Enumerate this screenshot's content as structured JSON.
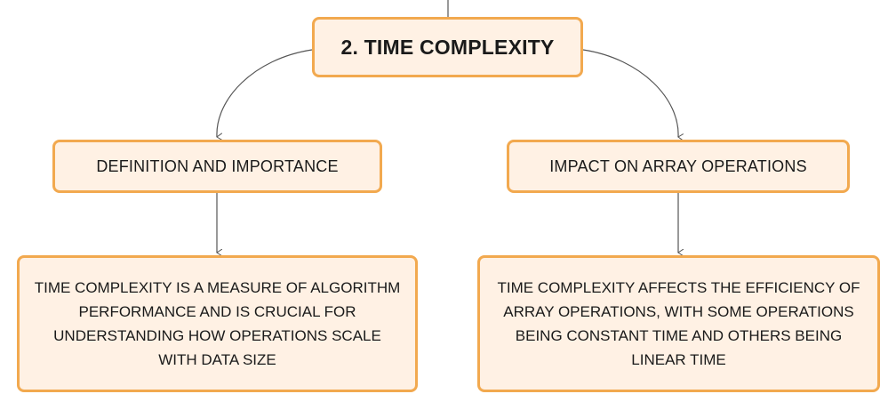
{
  "root": {
    "label": "2. TIME COMPLEXITY"
  },
  "branches": [
    {
      "label": "DEFINITION AND IMPORTANCE",
      "detail": "TIME COMPLEXITY IS A MEASURE OF ALGORITHM PERFORMANCE AND IS CRUCIAL FOR UNDERSTANDING HOW OPERATIONS SCALE WITH DATA SIZE"
    },
    {
      "label": "IMPACT ON ARRAY OPERATIONS",
      "detail": "TIME COMPLEXITY AFFECTS THE EFFICIENCY OF ARRAY OPERATIONS, WITH SOME OPERATIONS BEING CONSTANT TIME AND OTHERS BEING LINEAR TIME"
    }
  ],
  "colors": {
    "node_fill": "#fff1e4",
    "node_border": "#f2a94f",
    "connector": "#555555"
  }
}
